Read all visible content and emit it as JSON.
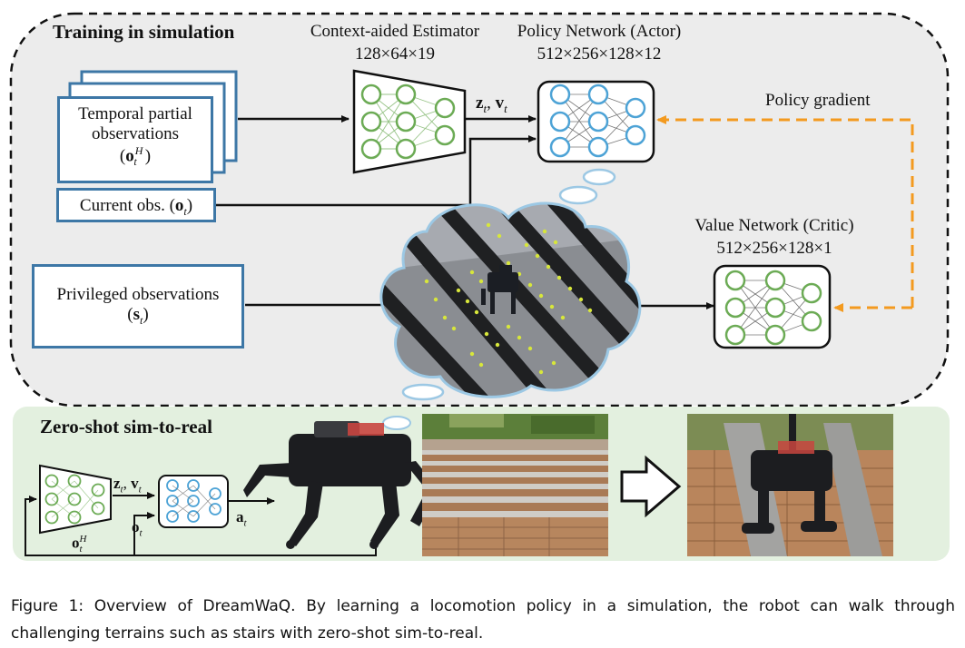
{
  "colors": {
    "panel_bg": "#ececec",
    "zero_shot_bg": "#e3f0df",
    "box_border": "#3d77a6",
    "estimator_green": "#6cab55",
    "network_blue": "#4da3d6",
    "gradient_orange": "#f39a1f",
    "thought_blue": "#9cc8e4"
  },
  "training": {
    "title": "Training in simulation",
    "estimator": {
      "name": "Context-aided Estimator",
      "size": "128×64×19"
    },
    "actor": {
      "name": "Policy Network (Actor)",
      "size": "512×256×128×12"
    },
    "critic": {
      "name": "Value Network (Critic)",
      "size": "512×256×128×1"
    },
    "policy_gradient": "Policy gradient",
    "temporal_obs": {
      "line1": "Temporal partial",
      "line2": "observations",
      "symbol": "(o",
      "sub": "t",
      "sup": "H",
      "close": ")"
    },
    "current_obs": {
      "text": "Current obs. (",
      "symbol": "o",
      "sub": "t",
      "close": ")"
    },
    "privileged_obs": {
      "line1": "Privileged observations",
      "symbol": "s",
      "sub": "t"
    },
    "latent_label": {
      "z": "z",
      "z_sub": "t",
      "sep": ", ",
      "v": "v",
      "v_sub": "t"
    }
  },
  "zero_shot": {
    "title": "Zero-shot sim-to-real",
    "latent": {
      "z": "z",
      "z_sub": "t",
      "sep": ", ",
      "v": "v",
      "v_sub": "t"
    },
    "obs": {
      "symbol": "o",
      "sub": "t"
    },
    "hist": {
      "symbol": "o",
      "sub": "t",
      "sup": "H"
    },
    "action": {
      "symbol": "a",
      "sub": "t"
    }
  },
  "caption": {
    "line1": "Figure 1: Overview of DreamWaQ. By learning a locomotion policy in a simulation, the robot can walk through",
    "line2": "challenging terrains such as stairs with zero-shot sim-to-real."
  },
  "icons": [
    "estimator-network-icon",
    "actor-network-icon",
    "critic-network-icon",
    "robot-icon",
    "right-arrow-icon"
  ]
}
